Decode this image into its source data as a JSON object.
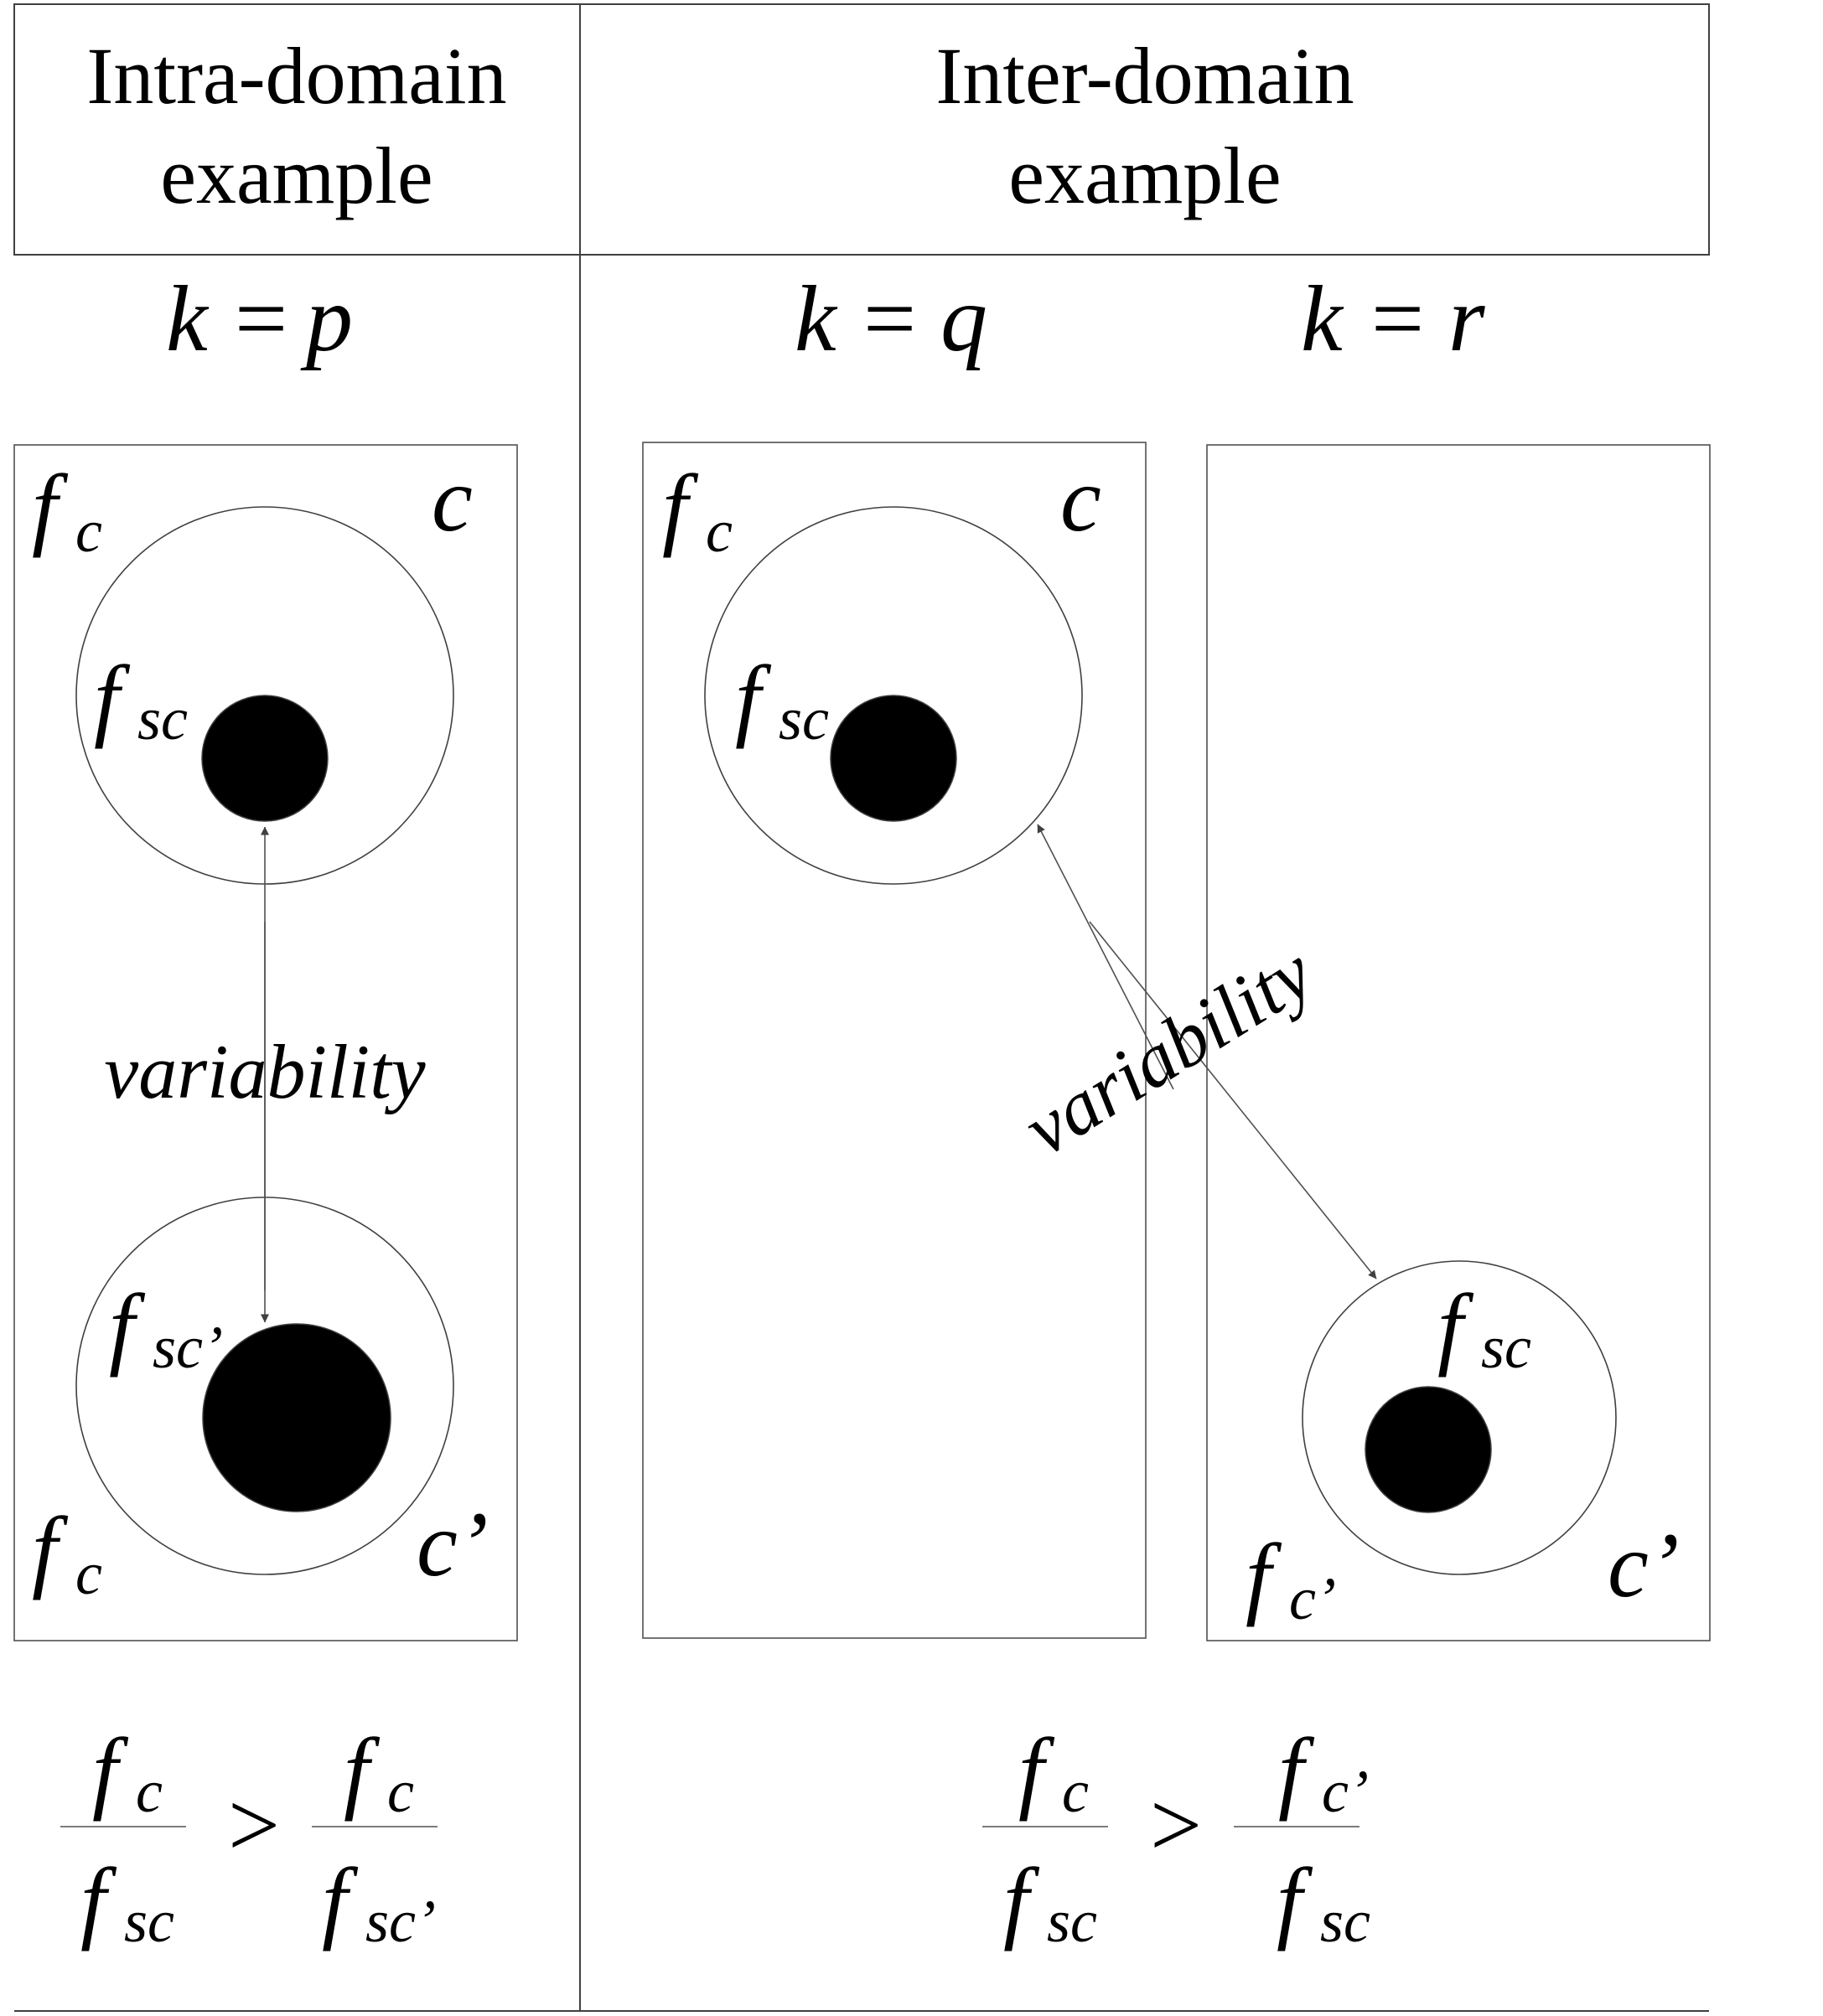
{
  "header": {
    "intra_line1": "Intra-domain",
    "intra_line2": "example",
    "inter_line1": "Inter-domain",
    "inter_line2": "example"
  },
  "k_labels": {
    "p": {
      "lhs": "k",
      "eq": "=",
      "rhs": "p"
    },
    "q": {
      "lhs": "k",
      "eq": "=",
      "rhs": "q"
    },
    "r": {
      "lhs": "k",
      "eq": "=",
      "rhs": "r"
    }
  },
  "symbols": {
    "f": "f",
    "c": "c",
    "c_prime": "c’",
    "sub_c": "c",
    "sub_c_prime": "c’",
    "sub_sc": "sc",
    "sub_sc_prime": "sc’",
    "greater": ">"
  },
  "arrows": {
    "left_label": "variability",
    "right_label": "variability"
  },
  "colors": {
    "line": "#404040",
    "dot": "#000000",
    "background": "#ffffff"
  }
}
